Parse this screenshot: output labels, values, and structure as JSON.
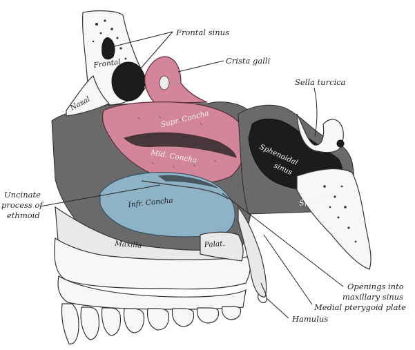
{
  "labels": {
    "frontal_sinus": "Frontal sinus",
    "crista_galli": "Crista galli",
    "sella_turcica": "Sella turcica",
    "frontal": "Frontal",
    "nasal": "Nasal",
    "sup_concha": "Supr. Concha",
    "mid_concha": "Mid. Concha",
    "sphenoidal_sinus_1": "Sphenoidal",
    "sphenoidal_sinus_2": "sinus",
    "sphenoid": "Sphenoid",
    "uncinate_1": "Uncinate",
    "uncinate_2": "process of",
    "uncinate_3": "ethmoid",
    "inf_concha": "Infr. Concha",
    "maxilla": "Maxilla",
    "palate": "Palat.",
    "openings_1": "Openings into",
    "openings_2": "maxillary sinus",
    "medial_pterygoid": "Medial pterygoid plate",
    "hamulus": "Hamulus"
  },
  "colors": {
    "concha_pink": "#d3869b",
    "concha_blue": "#8fb3c6",
    "bone": "#e9e9e9",
    "shadow": "#1c1c1c"
  }
}
